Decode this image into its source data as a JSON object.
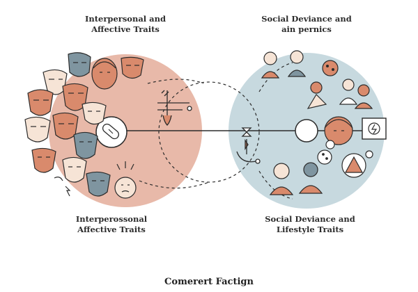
{
  "labels": {
    "top_left": [
      "Interpersonal and",
      "Affective Traits"
    ],
    "top_right": [
      "Social Deviance and",
      "ain pernics"
    ],
    "bottom_left": [
      "Interperossonal",
      "Affective Traits"
    ],
    "bottom_right": [
      "Social Deviance and",
      "Lifestyle Traits"
    ]
  },
  "footer_title": "Comerert Factign",
  "colors": {
    "left_circle": "#e8b9a9",
    "right_circle": "#c7d9df",
    "skin": "#d98a6c",
    "skin_light": "#f6e4d6",
    "skin_blue": "#7f95a0",
    "outline": "#2b2b2b"
  },
  "icons": [
    "mask-icon",
    "face-icon",
    "brain-icon",
    "person-icon",
    "balance-icon",
    "pill-icon",
    "lightning-icon",
    "crack-icon"
  ]
}
